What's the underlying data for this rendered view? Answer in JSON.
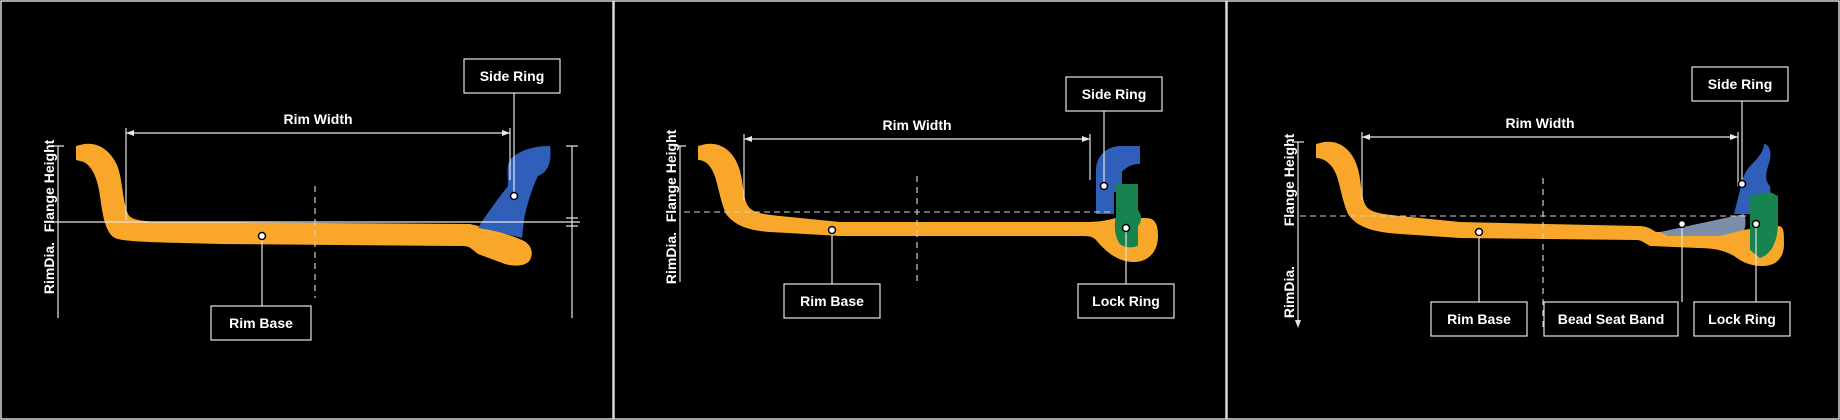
{
  "panels": [
    {
      "rim_width": "Rim Width",
      "flange_height": "Flange Height",
      "rim_dia": "RimDia.",
      "side_ring": "Side Ring",
      "rim_base": "Rim Base"
    },
    {
      "rim_width": "Rim Width",
      "flange_height": "Flange Height",
      "rim_dia": "RimDia.",
      "side_ring": "Side Ring",
      "rim_base": "Rim Base",
      "lock_ring": "Lock Ring"
    },
    {
      "rim_width": "Rim Width",
      "flange_height": "Flange Height",
      "rim_dia": "RimDia.",
      "side_ring": "Side Ring",
      "rim_base": "Rim Base",
      "bead_seat_band": "Bead Seat Band",
      "lock_ring": "Lock Ring"
    }
  ],
  "colors": {
    "rim": "#f9a72b",
    "side_ring": "#2f5fb8",
    "lock_ring": "#17834e",
    "bead_seat_band": "#7d8fa8",
    "background": "#000000"
  }
}
